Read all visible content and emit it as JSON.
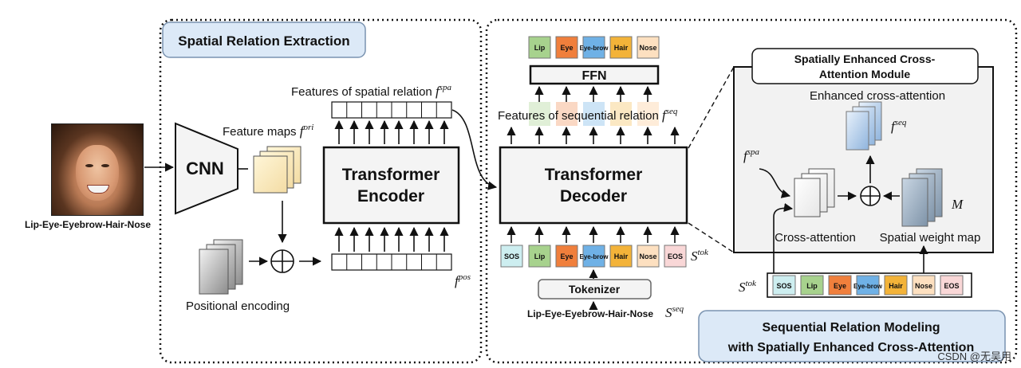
{
  "left_panel": {
    "title": "Spatial Relation Extraction",
    "input_label": "Lip-Eye-Eyebrow-Hair-Nose",
    "cnn_label": "CNN",
    "feature_maps_label": "Feature maps ",
    "feature_maps_symbol": "f",
    "feature_maps_sup": "ori",
    "encoder_line1": "Transformer",
    "encoder_line2": "Encoder",
    "spatial_features_label": "Features of spatial relation ",
    "spatial_symbol": "f",
    "spatial_sup": "spa",
    "positional_label": "Positional encoding",
    "pos_symbol": "f",
    "pos_sup": "pos",
    "oplus": "⨁"
  },
  "middle_panel": {
    "output_tokens": [
      "Lip",
      "Eye",
      "Eye-brow",
      "Hair",
      "Nose"
    ],
    "ffn_label": "FFN",
    "seq_features_label": "Features of sequential relation ",
    "seq_symbol": "f",
    "seq_sup": "seq",
    "decoder_line1": "Transformer",
    "decoder_line2": "Decoder",
    "input_tokens": [
      "SOS",
      "Lip",
      "Eye",
      "Eye-brow",
      "Hair",
      "Nose",
      "EOS"
    ],
    "stok_symbol": "S",
    "stok_sup": "tok",
    "tokenizer_label": "Tokenizer",
    "sequence_text": "Lip-Eye-Eyebrow-Hair-Nose",
    "sseq_symbol": "S",
    "sseq_sup": "seq"
  },
  "right_panel": {
    "module_title_line1": "Spatially Enhanced Cross-",
    "module_title_line2": "Attention Module",
    "enhanced_label": "Enhanced cross-attention",
    "fseq_symbol": "f",
    "fseq_sup": "seq",
    "fspa_symbol": "f",
    "fspa_sup": "spa",
    "m_symbol": "M",
    "cross_attention_label": "Cross-attention",
    "spatial_weight_label": "Spatial weight map",
    "stok_symbol": "S",
    "stok_sup": "tok",
    "tokens": [
      "SOS",
      "Lip",
      "Eye",
      "Eye-brow",
      "Hair",
      "Nose",
      "EOS"
    ],
    "oplus": "⨁",
    "banner_line1": "Sequential Relation Modeling",
    "banner_line2": "with Spatially Enhanced Cross-Attention"
  },
  "watermark": "CSDN @无吴用",
  "colors": {
    "panel_blue": "#dce9f7",
    "sos": "#cdeef0",
    "lip": "#a7d28d",
    "eye": "#f07f3c",
    "eyebrow": "#6fb1e6",
    "hair": "#f3b339",
    "nose": "#fde0c0",
    "eos": "#f9d7d7",
    "module_bg": "#f2f2f2"
  }
}
